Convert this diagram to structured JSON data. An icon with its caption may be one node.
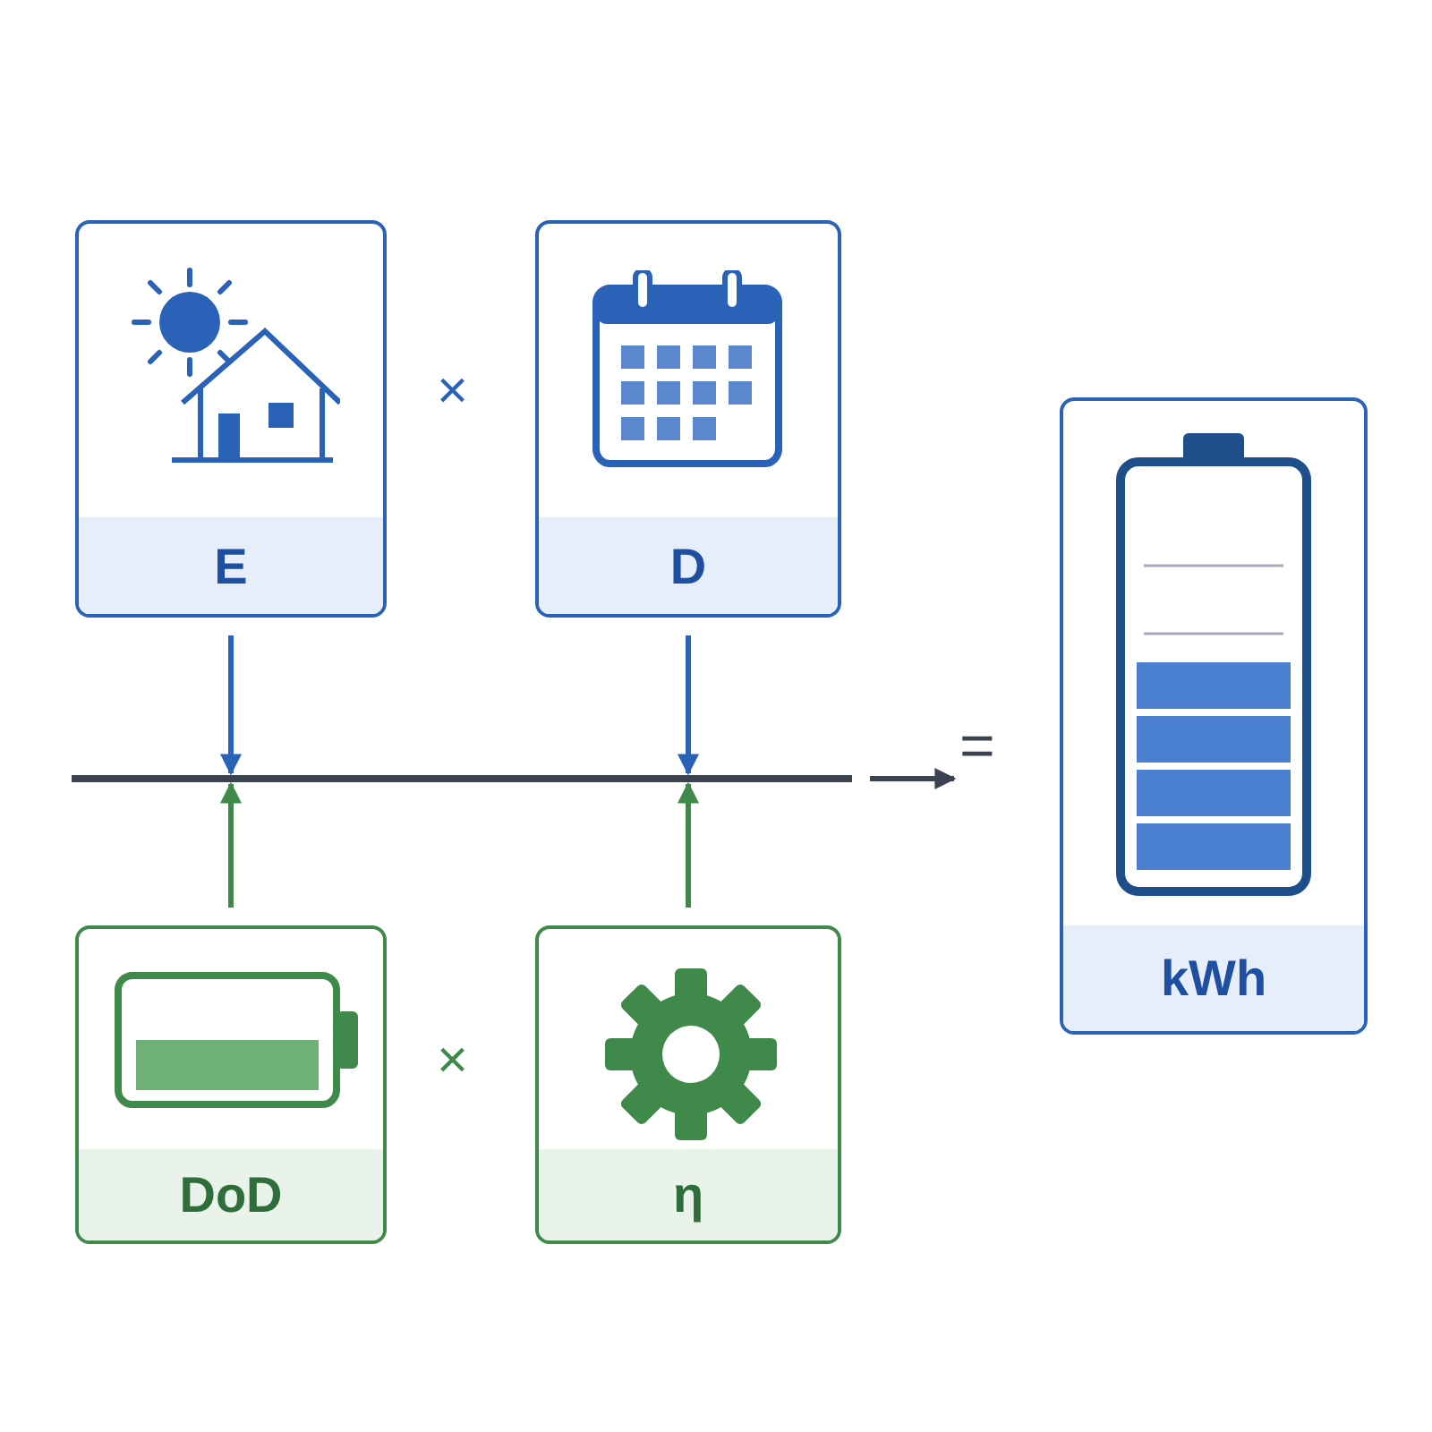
{
  "diagram": {
    "nodes": [
      {
        "text": [
          "E"
        ]
      },
      {
        "text": [
          "D"
        ]
      },
      {
        "text": [],
        "shape": "bar"
      },
      {
        "text": [
          "DoD"
        ]
      },
      {
        "text": [
          "η"
        ]
      },
      {
        "text": [
          "="
        ]
      },
      {
        "text": [
          "kWh"
        ]
      }
    ],
    "edges": [
      {
        "from": 0,
        "to": 2,
        "arrow": "to",
        "color": "#2a62b8"
      },
      {
        "from": 1,
        "to": 2,
        "arrow": "to",
        "color": "#2a62b8"
      },
      {
        "from": 3,
        "to": 2,
        "arrow": "to",
        "color": "#3f8a4a"
      },
      {
        "from": 4,
        "to": 2,
        "arrow": "to",
        "color": "#3f8a4a"
      },
      {
        "from": 2,
        "to": 5,
        "arrow": "to",
        "color": "#3c4350"
      }
    ],
    "labels": [
      "×",
      "×"
    ]
  }
}
